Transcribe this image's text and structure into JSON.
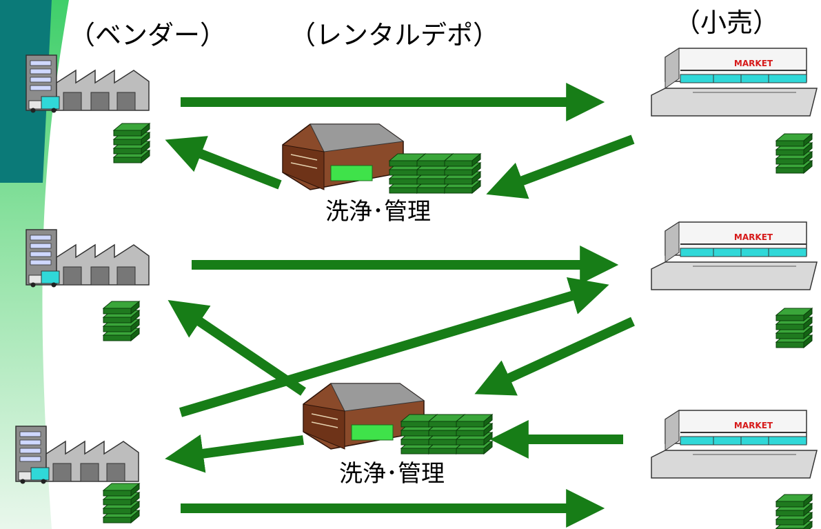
{
  "headers": {
    "vendor": "（ベンダー）",
    "depot": "（レンタルデポ）",
    "retail": "（小売）"
  },
  "depot_labels": [
    "洗浄･管理",
    "洗浄･管理"
  ],
  "store_sign": "MARKET",
  "colors": {
    "arrow": "#177d17",
    "crate": "#2f8f2f",
    "crate_edge": "#0a3d0a",
    "teal_band": "#0b7a78",
    "green_band": "#5fcf7a",
    "store_glass": "#30d8d8"
  }
}
